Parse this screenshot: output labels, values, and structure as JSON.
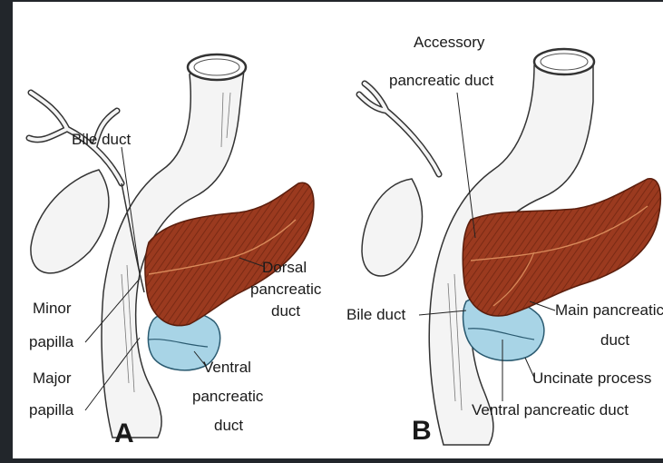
{
  "panel_a": {
    "letter": "A",
    "labels": {
      "bile_duct": "Bile duct",
      "dorsal_1": "Dorsal",
      "dorsal_2": "pancreatic",
      "dorsal_3": "duct",
      "minor_1": "Minor",
      "minor_2": "papilla",
      "major_1": "Major",
      "major_2": "papilla",
      "ventral_1": "Ventral",
      "ventral_2": "pancreatic",
      "ventral_3": "duct"
    }
  },
  "panel_b": {
    "letter": "B",
    "labels": {
      "accessory_1": "Accessory",
      "accessory_2": "pancreatic duct",
      "bile_duct": "Bile duct",
      "main_1": "Main pancreatic",
      "main_2": "duct",
      "uncinate": "Uncinate process",
      "ventral": "Ventral pancreatic duct"
    }
  },
  "colors": {
    "pancreas": "#9b3a1f",
    "ventral_bud": "#a8d4e6",
    "duodenum": "#f4f4f4",
    "background": "#22262b"
  }
}
